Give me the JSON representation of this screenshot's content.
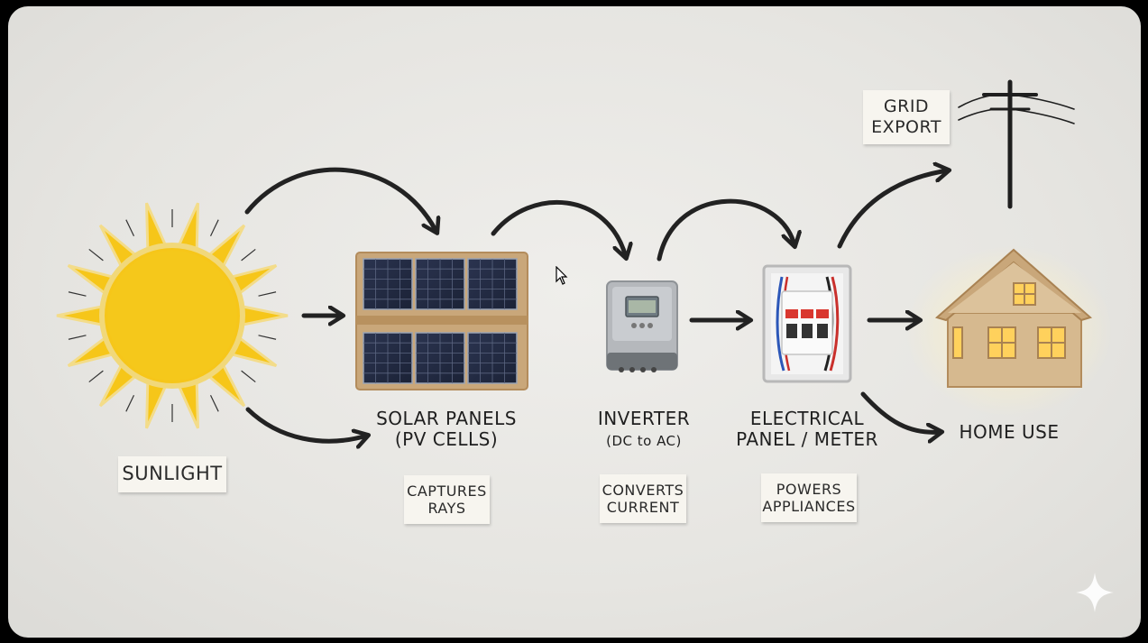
{
  "nodes": {
    "sunlight": {
      "label": "SUNLIGHT"
    },
    "panels": {
      "title": "SOLAR PANELS\n(PV CELLS)",
      "caption": "CAPTURES\nRAYS"
    },
    "inverter": {
      "title": "INVERTER",
      "subtitle": "(DC to AC)",
      "caption": "CONVERTS\nCURRENT"
    },
    "panel_meter": {
      "title": "ELECTRICAL\nPANEL / METER",
      "caption": "POWERS\nAPPLIANCES"
    },
    "home": {
      "label": "HOME USE"
    },
    "grid": {
      "label": "GRID\nEXPORT"
    }
  },
  "edges": [
    {
      "from": "sunlight",
      "to": "panels"
    },
    {
      "from": "panels",
      "to": "inverter"
    },
    {
      "from": "inverter",
      "to": "panel_meter"
    },
    {
      "from": "panel_meter",
      "to": "home"
    },
    {
      "from": "panel_meter",
      "to": "grid"
    }
  ],
  "colors": {
    "background": "#e9e8e4",
    "sun": "#f6c619",
    "arrow": "#222222",
    "card": "#f7f5ef",
    "wood": "#c9a77a"
  }
}
